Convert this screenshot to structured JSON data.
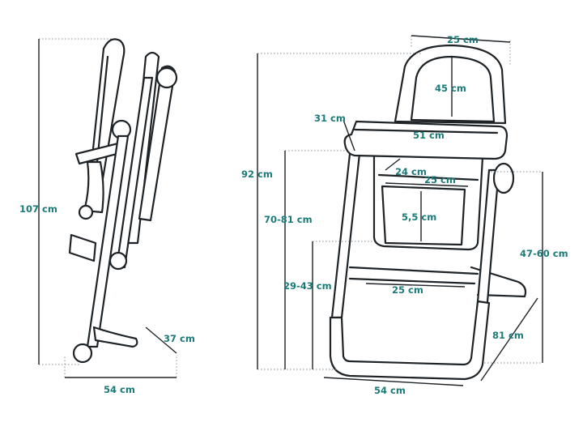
{
  "colors": {
    "label": "#1b7a78",
    "outline": "#1e2327",
    "guide": "#8a8f94"
  },
  "folded_view": {
    "height_label": "107 cm",
    "depth_label": "37 cm",
    "width_label": "54 cm"
  },
  "open_view": {
    "top_width_label": "25 cm",
    "backrest_height_label": "45 cm",
    "tray_depth_label": "31 cm",
    "tray_width_label": "51 cm",
    "seat_depth_label": "24 cm",
    "seat_width_label": "25 cm",
    "seat_pad_label": "5,5 cm",
    "total_height_label": "92 cm",
    "tray_height_label": "70-81 cm",
    "seat_height_label": "29-43 cm",
    "footrest_width_label": "25 cm",
    "armrest_height_label": "47-60 cm",
    "leg_depth_label": "81 cm",
    "base_width_label": "54 cm"
  }
}
